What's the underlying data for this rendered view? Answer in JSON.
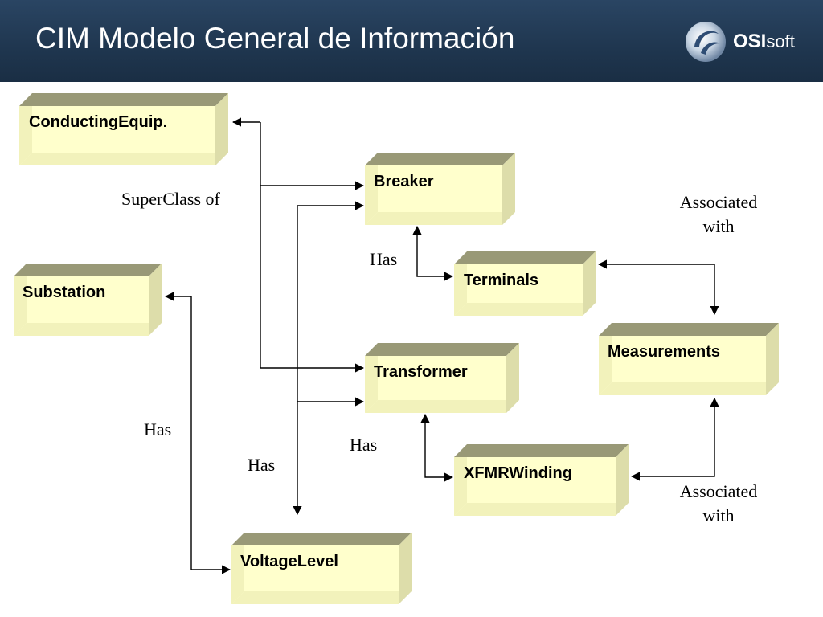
{
  "header": {
    "title": "CIM Modelo General de Información",
    "logo": {
      "brand_bold": "OSI",
      "brand_light": "soft"
    }
  },
  "colors": {
    "header": "#22395a",
    "box_front": "#ffffcc",
    "box_top": "#999977",
    "box_side": "#ddddaa",
    "box_inner_shade": "#f2f2bb",
    "connector": "#000000"
  },
  "nodes": {
    "conducting_equip": "ConductingEquip.",
    "breaker": "Breaker",
    "terminals": "Terminals",
    "measurements": "Measurements",
    "substation": "Substation",
    "transformer": "Transformer",
    "xfmr_winding": "XFMRWinding",
    "voltage_level": "VoltageLevel"
  },
  "edge_labels": {
    "superclass_of": "SuperClass of",
    "has_breaker_terminals": "Has",
    "associated_terminals_measurements": [
      "Associated",
      "with"
    ],
    "has_substation_voltage": "Has",
    "has_transformer_winding": "Has",
    "has_voltage_equipment": "Has",
    "associated_winding_measurements": [
      "Associated",
      "with"
    ]
  }
}
